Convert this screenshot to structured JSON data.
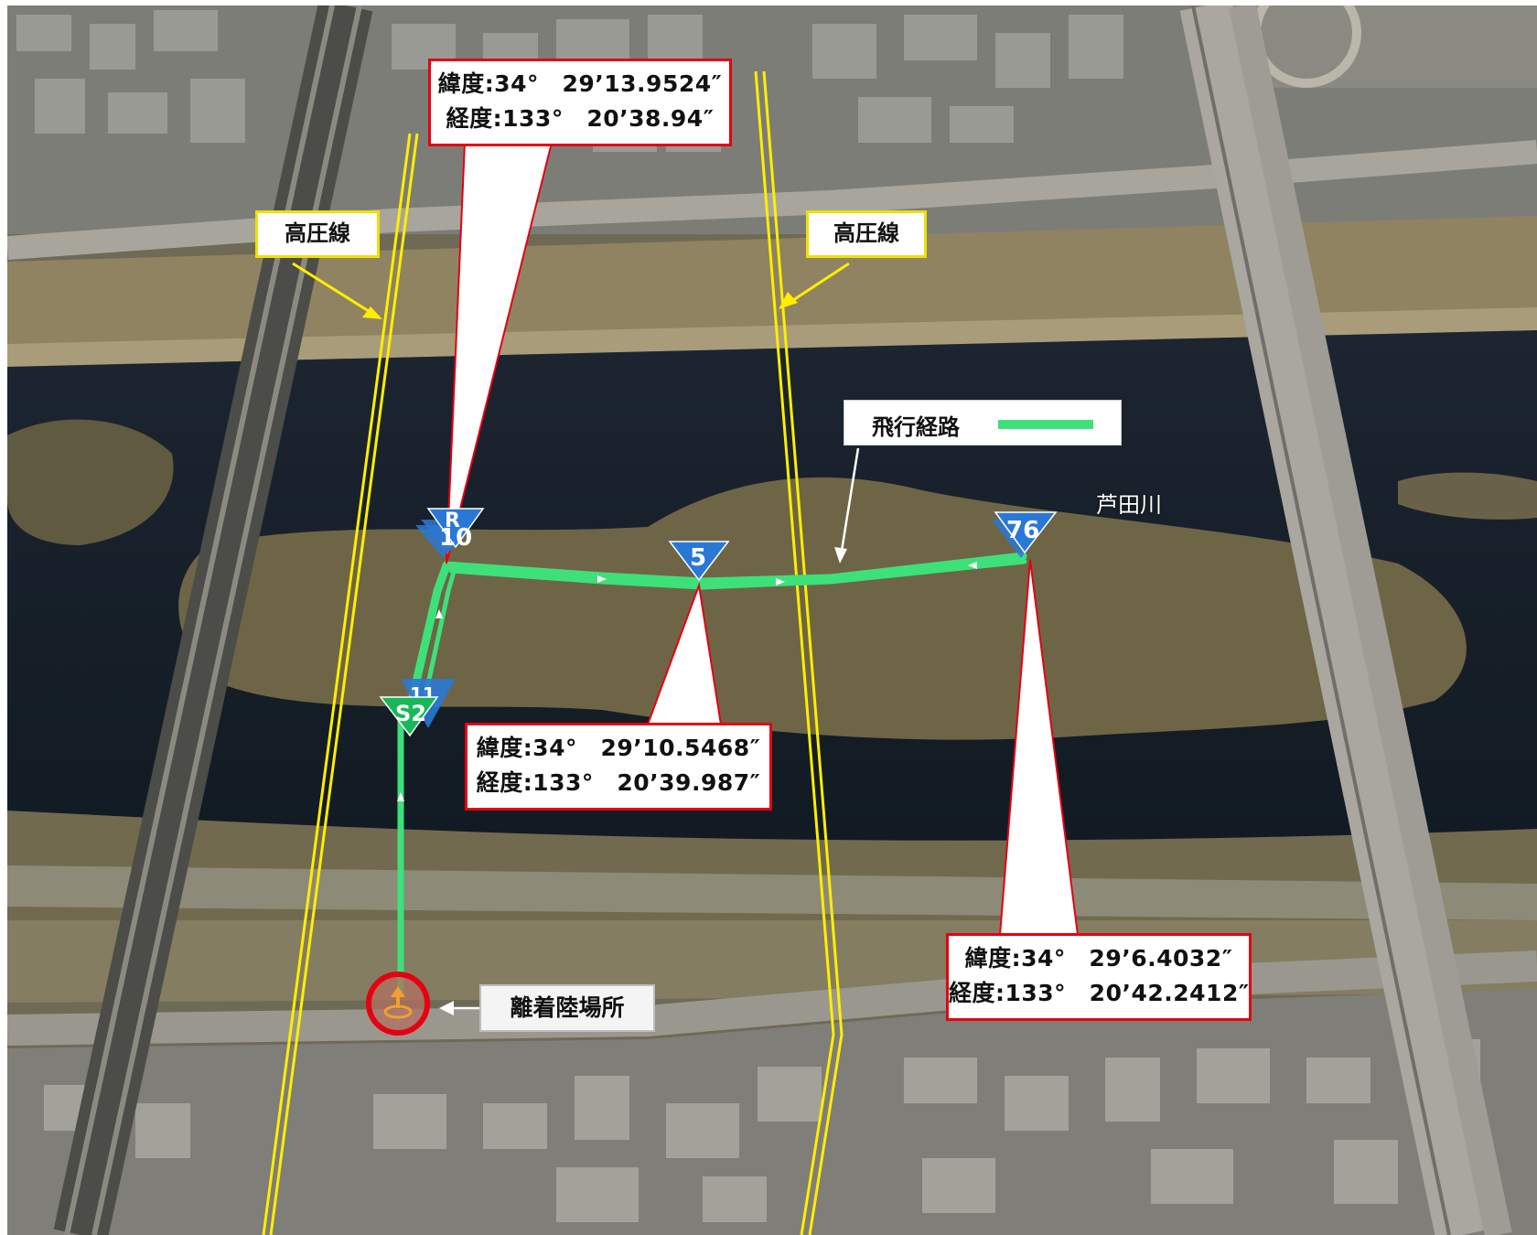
{
  "labels": {
    "power_line_left": "高圧線",
    "power_line_right": "高圧線",
    "flight_path": "飛行経路",
    "river": "芦田川",
    "landing_site": "離着陸場所"
  },
  "waypoints": {
    "wp_10": "10",
    "wp_5": "5",
    "wp_76": "76",
    "wp_s2": "S2",
    "wp_11": "11",
    "wp_r": "R"
  },
  "coords": {
    "top": {
      "lat": "緯度:34°　29’13.9524″",
      "lon": "経度:133°　20’38.94″"
    },
    "middle": {
      "lat": "緯度:34°　29’10.5468″",
      "lon": "経度:133°　20’39.987″"
    },
    "right": {
      "lat": "緯度:34°　29’6.4032″",
      "lon": "経度:133°　20’42.2412″"
    }
  },
  "colors": {
    "flight_path": "#3ee07a",
    "callout_border": "#e60012",
    "power_line": "#ffee00",
    "waypoint_marker": "#2a78d6",
    "start_marker": "#18b85a"
  }
}
